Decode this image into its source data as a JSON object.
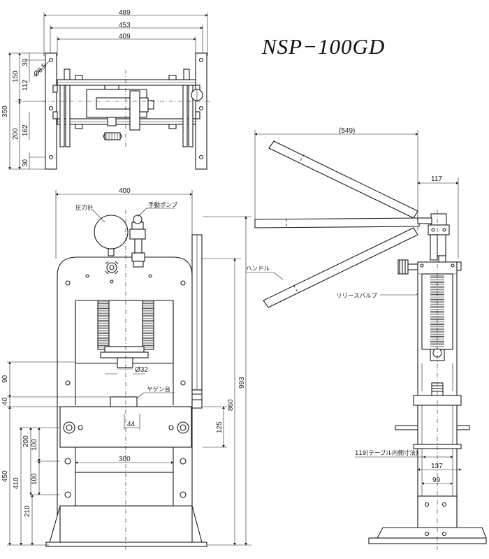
{
  "title": "NSP−100GD",
  "labels": {
    "gauge": "圧力計",
    "pump": "手動ポンプ",
    "handle": "ハンドル",
    "release_valve": "リリースバルブ",
    "yagen": "ヤゲン台",
    "table_inner": "119(テーブル内側寸法)"
  },
  "top_view": {
    "width_outer": "489",
    "width_mid": "453",
    "width_inner": "409",
    "depth_total": "350",
    "depth_upper": "150",
    "depth_lower": "200",
    "offset_top": "30",
    "offset_bottom": "30",
    "hole_dia": "Ø8.5",
    "span_112": "112",
    "span_162": "162"
  },
  "front_view": {
    "width": "400",
    "ram_dia": "Ø32",
    "dim_90": "90",
    "dim_40": "40",
    "dim_44": "44",
    "dim_125": "125",
    "dim_300": "300",
    "dim_200": "200",
    "dim_100a": "100",
    "dim_100b": "100",
    "dim_450": "450",
    "dim_410": "410",
    "dim_210": "210",
    "height_total": "993",
    "height_860": "860"
  },
  "side_view": {
    "handle_reach": "(549)",
    "dim_117": "117",
    "dim_137": "137",
    "dim_99": "99"
  }
}
